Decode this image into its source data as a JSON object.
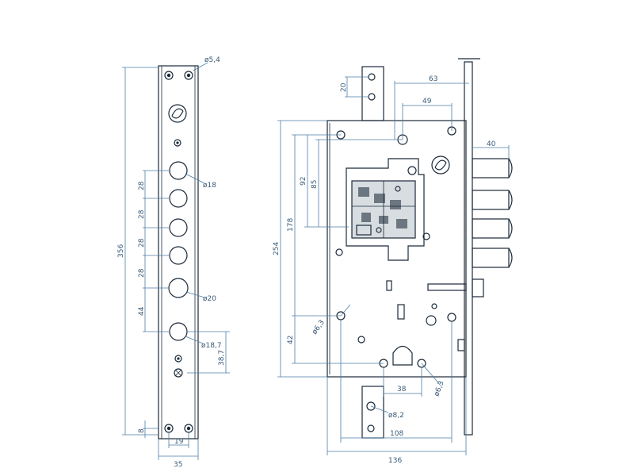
{
  "colors": {
    "stroke": "#1b2a3a",
    "dimension": "#4c7ea8",
    "background": "#ffffff"
  },
  "faceplate": {
    "dims": {
      "total_height": "356",
      "hole_1": "28",
      "hole_2": "28",
      "hole_3": "28",
      "hole_4": "28",
      "hole_5": "44",
      "bottom_offset": "8",
      "width": "35",
      "bottom_screw": "19",
      "spindle": "38,7",
      "d_screw": "ø5,4",
      "d_bolt": "ø18",
      "d_center": "ø20",
      "d_lower": "ø18,7"
    }
  },
  "lockbody": {
    "dims": {
      "top_width": "63",
      "top_inner": "49",
      "top_hole": "20",
      "bolt_projection": "40",
      "case_height": "254",
      "to_follower": "178",
      "upper_92": "92",
      "upper_85": "85",
      "lower_42": "42",
      "mount_hole": "ø6,3",
      "cyl_width": "38",
      "cyl_hole": "ø6,3",
      "strike_hole": "ø8,2",
      "spacing": "108",
      "backset": "136"
    }
  }
}
